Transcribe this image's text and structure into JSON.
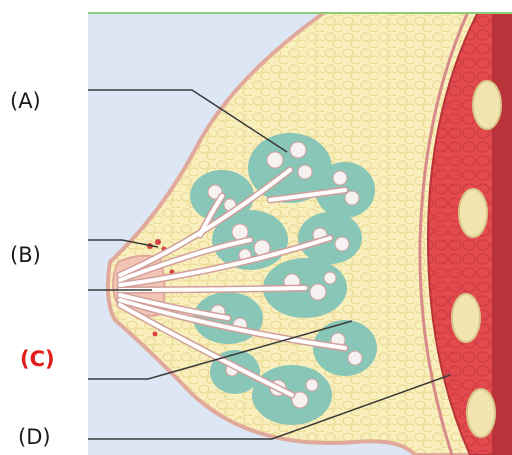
{
  "labels": {
    "a": "(A)",
    "b": "(B)",
    "c": "(C)",
    "d": "(D)"
  },
  "colors": {
    "background": "#dce6f4",
    "fat_tissue": "#f9efbd",
    "fat_cell_outline": "#e8d68a",
    "lobule_fill": "#88c6b8",
    "lobule_inner": "#f6f2f2",
    "duct_outline": "#d2a09c",
    "nipple": "#f3c5b5",
    "muscle": "#e24a4e",
    "muscle_dark": "#b8333a",
    "rib": "#f2e4b0",
    "top_border": "#8ecc7a",
    "highlight_label": "#e21b1b"
  }
}
